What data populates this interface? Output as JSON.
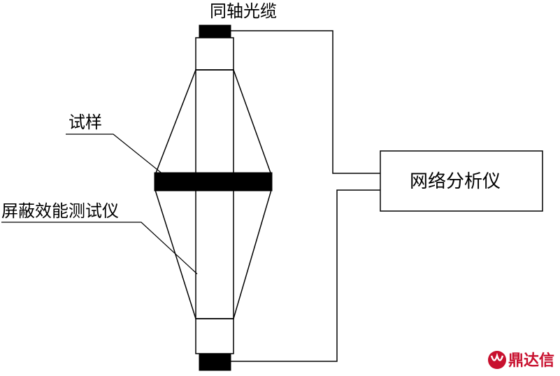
{
  "labels": {
    "coax_cable": "同轴光缆",
    "specimen": "试样",
    "tester": "屏蔽效能测试仪",
    "network_analyzer": "网络分析仪"
  },
  "watermark": {
    "text": "鼎达信",
    "color": "#c8102e"
  }
}
